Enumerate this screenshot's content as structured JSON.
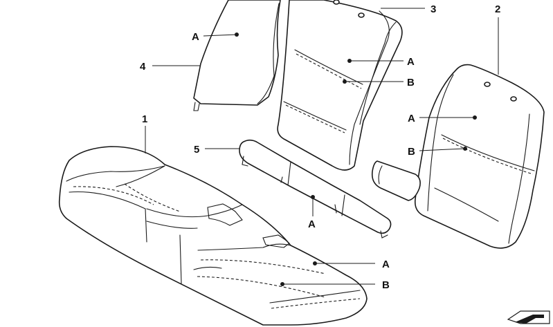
{
  "labels": {
    "part1": "1",
    "part2": "2",
    "part3": "3",
    "part4": "4",
    "part5": "5",
    "a_side_panel": "A",
    "a_center_back": "A",
    "b_center_back": "B",
    "a_right_back": "A",
    "b_right_back": "B",
    "a_armrest_strip": "A",
    "a_cushion": "A",
    "b_cushion": "B"
  },
  "logo": {
    "icon": "parts-catalog-arrow-icon"
  }
}
